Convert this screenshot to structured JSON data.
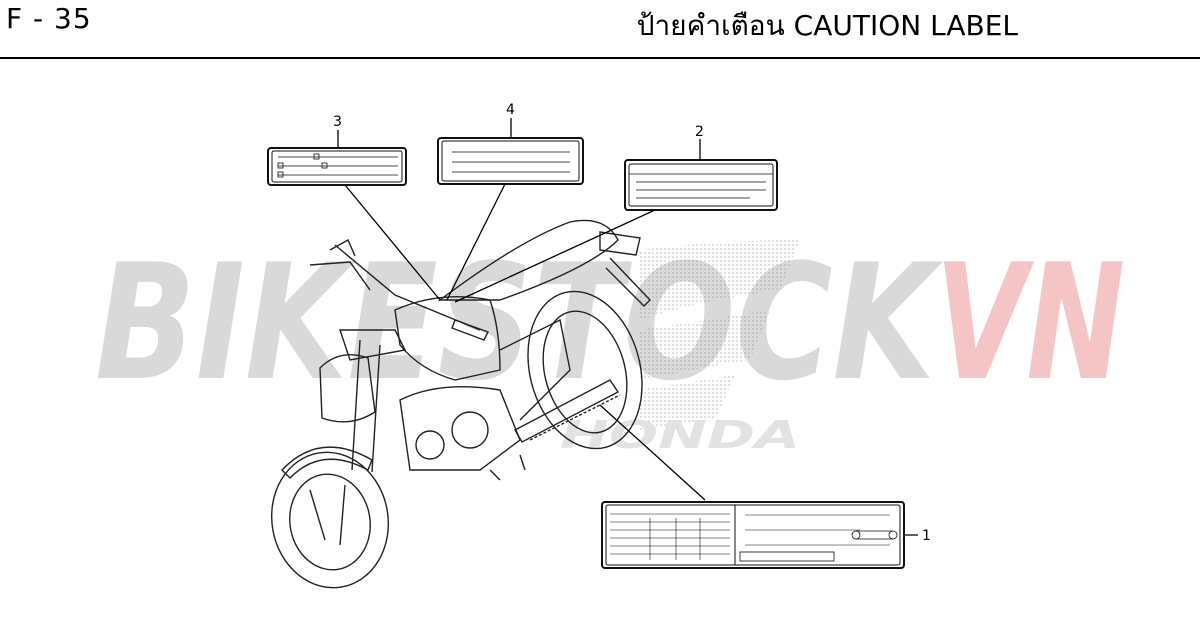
{
  "header": {
    "page_code": "F - 35",
    "title": "ป้ายคำเตือน  CAUTION LABEL"
  },
  "callouts": [
    {
      "number": "1",
      "part": "caution-label-1"
    },
    {
      "number": "2",
      "part": "caution-label-2"
    },
    {
      "number": "3",
      "part": "caution-label-3"
    },
    {
      "number": "4",
      "part": "caution-label-4"
    }
  ],
  "watermark": {
    "text_main": "BIKESTOCK",
    "text_accent": "VN",
    "logo_text": "HONDA",
    "main_color": "#d9d9d9",
    "accent_color": "#f5c4c4"
  }
}
